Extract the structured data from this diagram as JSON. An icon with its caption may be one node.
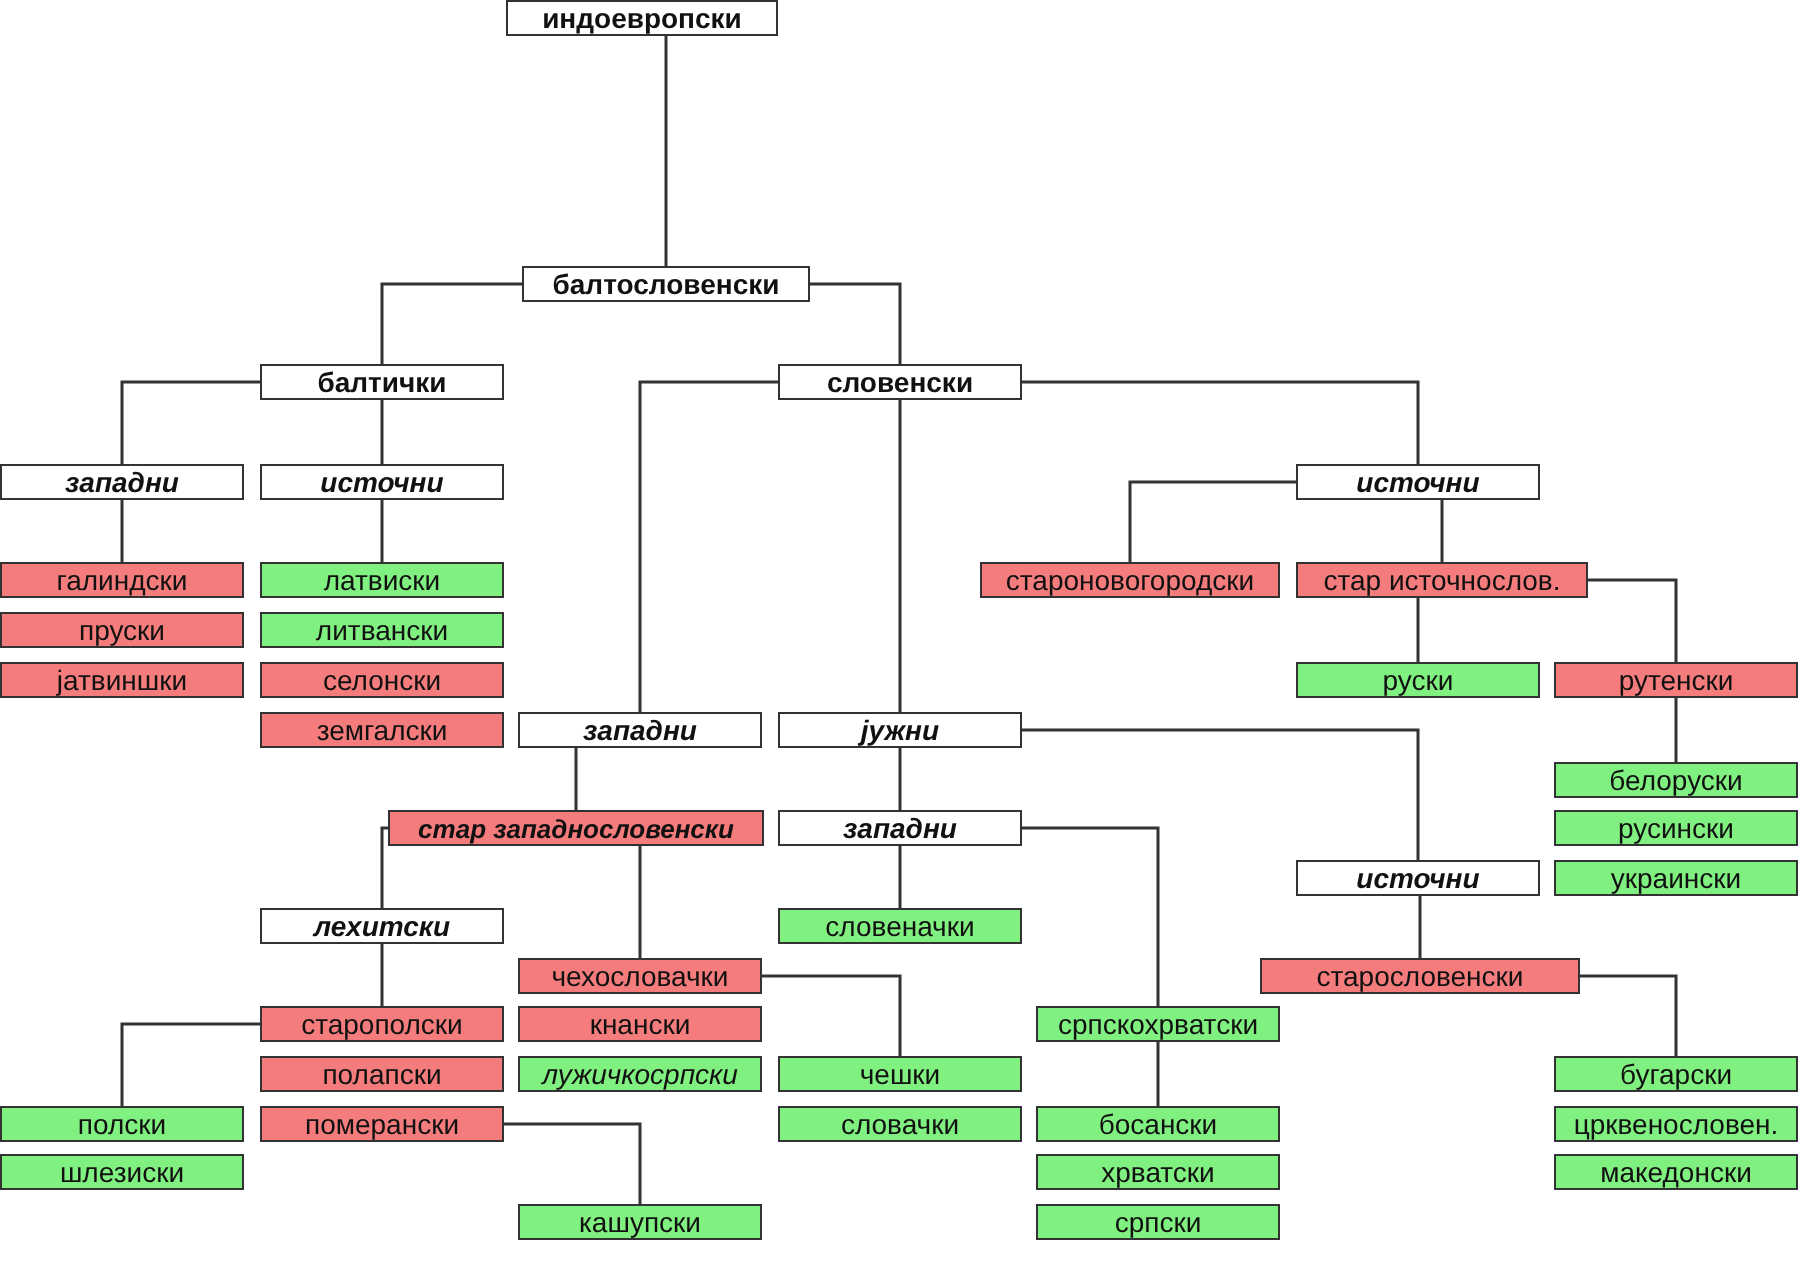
{
  "diagram": {
    "nodes": [
      {
        "text": [
          "индоевропски"
        ]
      },
      {
        "text": [
          "балтословенски"
        ]
      },
      {
        "text": [
          "балтички"
        ]
      },
      {
        "text": [
          "словенски"
        ]
      },
      {
        "text": [
          "западни"
        ]
      },
      {
        "text": [
          "источни"
        ]
      },
      {
        "text": [
          "галиндски"
        ]
      },
      {
        "text": [
          "пруски"
        ]
      },
      {
        "text": [
          "јатвиншки"
        ]
      },
      {
        "text": [
          "латвиски"
        ]
      },
      {
        "text": [
          "литвански"
        ]
      },
      {
        "text": [
          "селонски"
        ]
      },
      {
        "text": [
          "земгалски"
        ]
      },
      {
        "text": [
          "источни"
        ]
      },
      {
        "text": [
          "староновогородски"
        ]
      },
      {
        "text": [
          "стар источнослов."
        ]
      },
      {
        "text": [
          "руски"
        ]
      },
      {
        "text": [
          "рутенски"
        ]
      },
      {
        "text": [
          "белоруски"
        ]
      },
      {
        "text": [
          "русински"
        ]
      },
      {
        "text": [
          "украински"
        ]
      },
      {
        "text": [
          "западни"
        ]
      },
      {
        "text": [
          "јужни"
        ]
      },
      {
        "text": [
          "стар западнословенски"
        ]
      },
      {
        "text": [
          "западни"
        ]
      },
      {
        "text": [
          "источни"
        ]
      },
      {
        "text": [
          "лехитски"
        ]
      },
      {
        "text": [
          "словеначки"
        ]
      },
      {
        "text": [
          "чехословачки"
        ]
      },
      {
        "text": [
          "старополски"
        ]
      },
      {
        "text": [
          "полапски"
        ]
      },
      {
        "text": [
          "померански"
        ]
      },
      {
        "text": [
          "кнански"
        ]
      },
      {
        "text": [
          "лужичкосрпски"
        ]
      },
      {
        "text": [
          "српскохрватски"
        ]
      },
      {
        "text": [
          "старословенски"
        ]
      },
      {
        "text": [
          "полски"
        ]
      },
      {
        "text": [
          "шлезиски"
        ]
      },
      {
        "text": [
          "чешки"
        ]
      },
      {
        "text": [
          "словачки"
        ]
      },
      {
        "text": [
          "босански"
        ]
      },
      {
        "text": [
          "хрватски"
        ]
      },
      {
        "text": [
          "српски"
        ]
      },
      {
        "text": [
          "кашупски"
        ]
      },
      {
        "text": [
          "бугарски"
        ]
      },
      {
        "text": [
          "црквенословен."
        ]
      },
      {
        "text": [
          "македонски"
        ]
      }
    ],
    "edges": [
      {
        "from": 0,
        "to": 1,
        "arrow": "none"
      },
      {
        "from": 1,
        "to": 2,
        "arrow": "none"
      },
      {
        "from": 1,
        "to": 3,
        "arrow": "none"
      },
      {
        "from": 2,
        "to": 4,
        "arrow": "none"
      },
      {
        "from": 2,
        "to": 5,
        "arrow": "none"
      },
      {
        "from": 3,
        "to": 21,
        "arrow": "none"
      },
      {
        "from": 3,
        "to": 22,
        "arrow": "none"
      },
      {
        "from": 3,
        "to": 13,
        "arrow": "none"
      },
      {
        "from": 4,
        "to": 6,
        "arrow": "none"
      },
      {
        "from": 5,
        "to": 9,
        "arrow": "none"
      },
      {
        "from": 13,
        "to": 14,
        "arrow": "none"
      },
      {
        "from": 13,
        "to": 15,
        "arrow": "none"
      },
      {
        "from": 15,
        "to": 16,
        "arrow": "none"
      },
      {
        "from": 15,
        "to": 17,
        "arrow": "none"
      },
      {
        "from": 17,
        "to": 18,
        "arrow": "none"
      },
      {
        "from": 21,
        "to": 23,
        "arrow": "none"
      },
      {
        "from": 22,
        "to": 24,
        "arrow": "none"
      },
      {
        "from": 22,
        "to": 25,
        "arrow": "none"
      },
      {
        "from": 23,
        "to": 26,
        "arrow": "none"
      },
      {
        "from": 23,
        "to": 28,
        "arrow": "none"
      },
      {
        "from": 24,
        "to": 27,
        "arrow": "none"
      },
      {
        "from": 24,
        "to": 34,
        "arrow": "none"
      },
      {
        "from": 25,
        "to": 35,
        "arrow": "none"
      },
      {
        "from": 26,
        "to": 29,
        "arrow": "none"
      },
      {
        "from": 29,
        "to": 36,
        "arrow": "none"
      },
      {
        "from": 31,
        "to": 43,
        "arrow": "none"
      },
      {
        "from": 28,
        "to": 38,
        "arrow": "none"
      },
      {
        "from": 34,
        "to": 40,
        "arrow": "none"
      },
      {
        "from": 35,
        "to": 44,
        "arrow": "none"
      }
    ]
  }
}
